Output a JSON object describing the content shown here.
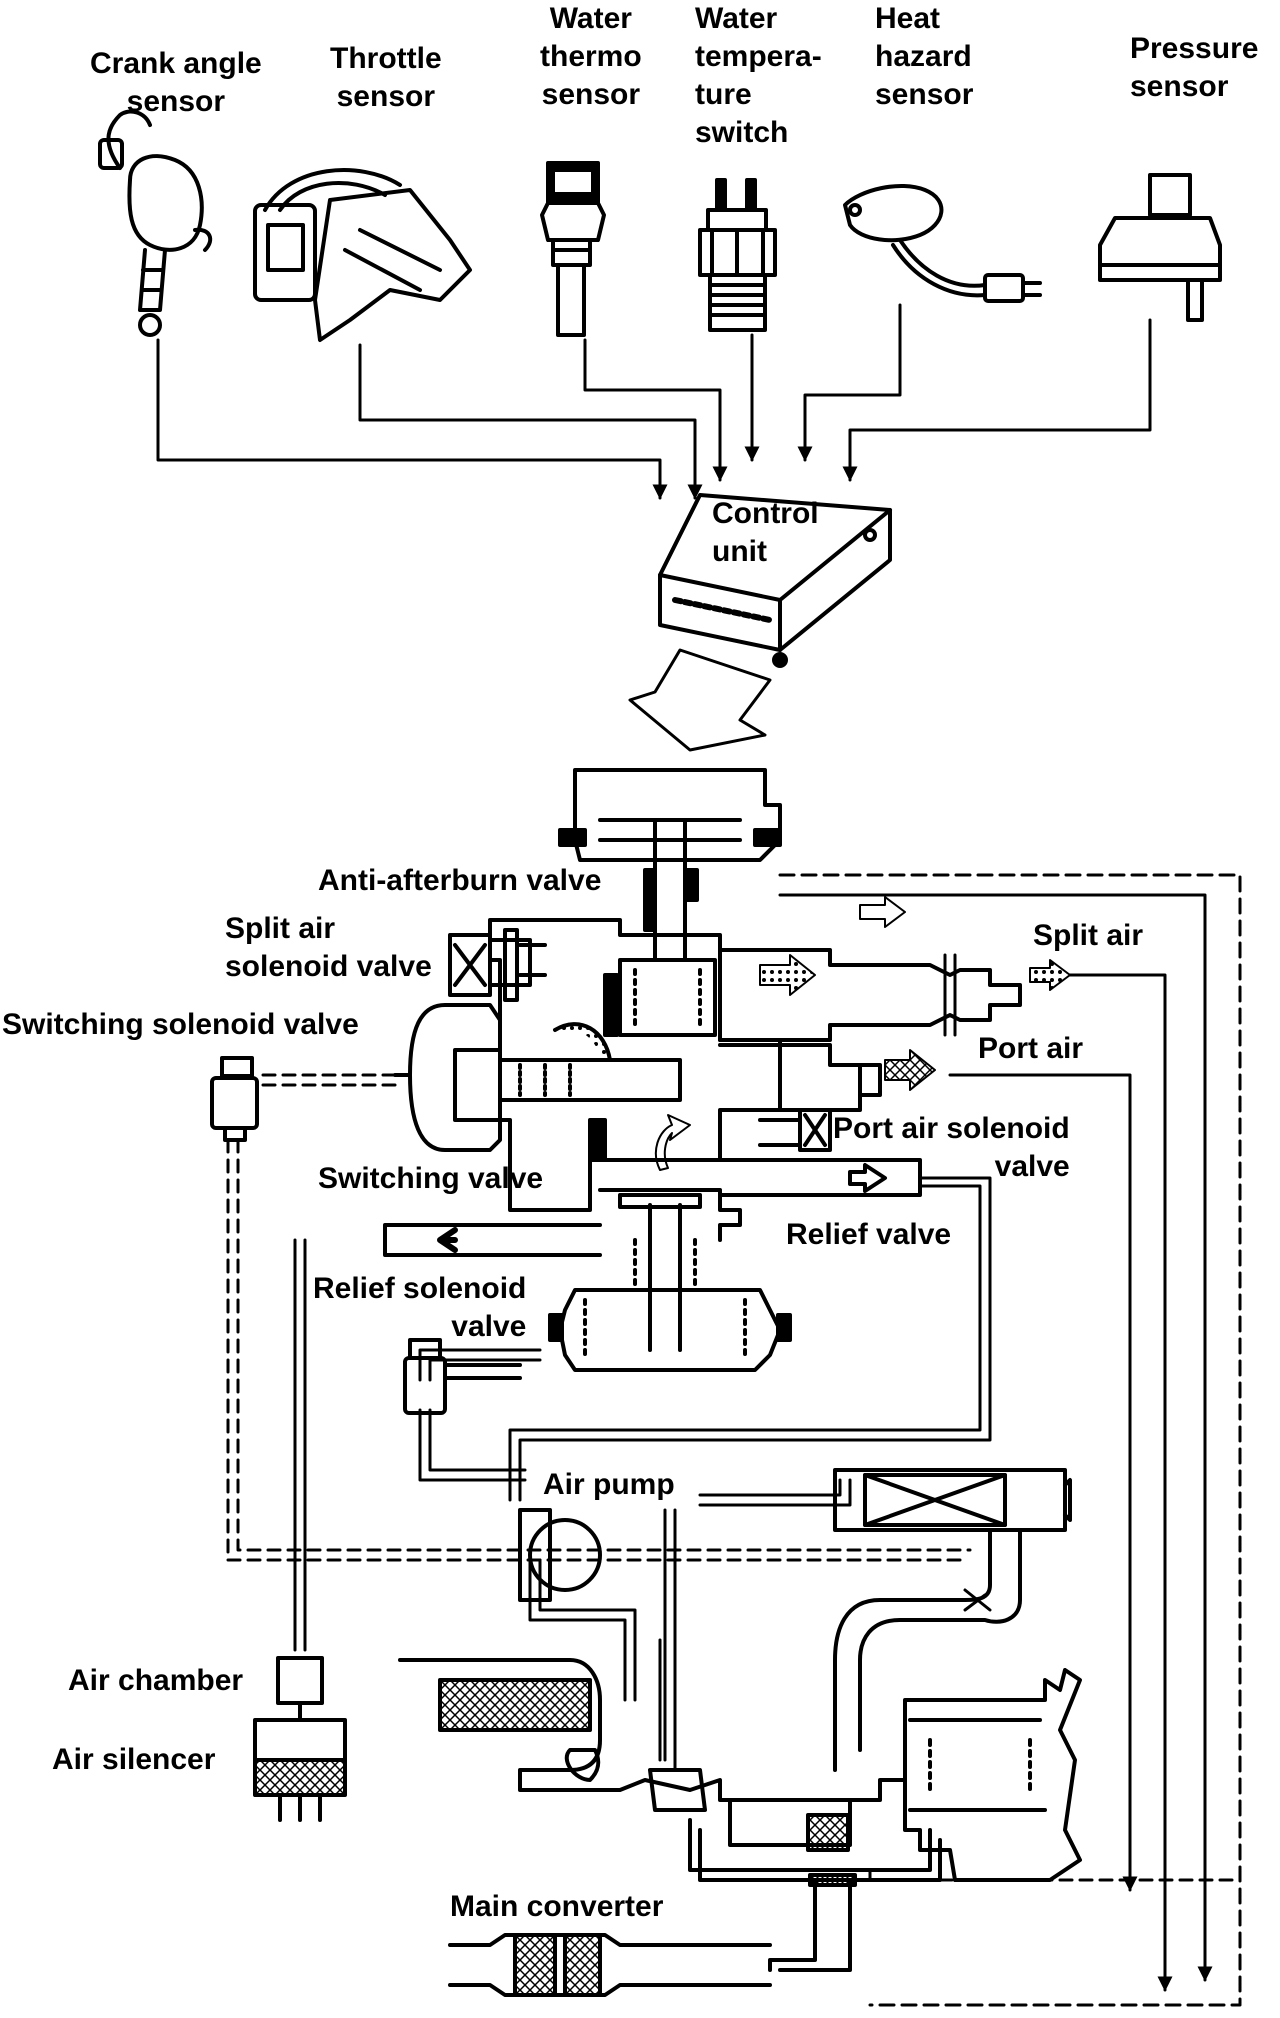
{
  "sensors": {
    "crank_angle": "Crank angle\nsensor",
    "throttle": "Throttle\nsensor",
    "water_thermo": "Water\nthermo\nsensor",
    "water_temp_switch": "Water\ntempera-\nture\nswitch",
    "heat_hazard": "Heat\nhazard\nsensor",
    "pressure": "Pressure\nsensor"
  },
  "control_unit": "Control\nunit",
  "valves": {
    "anti_afterburn": "Anti-afterburn valve",
    "split_air_solenoid": "Split air\nsolenoid valve",
    "switching_solenoid": "Switching solenoid valve",
    "switching": "Switching valve",
    "port_air_solenoid": "Port air solenoid\nvalve",
    "relief": "Relief valve",
    "relief_solenoid": "Relief solenoid\nvalve"
  },
  "flows": {
    "split_air": "Split air",
    "port_air": "Port air"
  },
  "components": {
    "air_pump": "Air pump",
    "air_chamber": "Air chamber",
    "air_silencer": "Air silencer",
    "main_converter": "Main converter"
  }
}
